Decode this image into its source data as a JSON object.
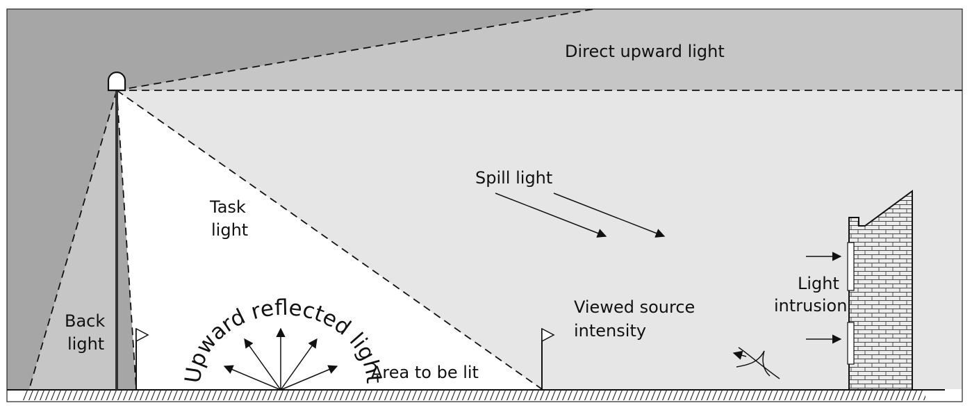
{
  "colors": {
    "sky_dark": "#a6a6a6",
    "upward_band": "#c6c6c6",
    "spill_area": "#e6e6e6",
    "back_light": "#c6c6c6",
    "task_light": "#ffffff",
    "line": "#111111"
  },
  "labels": {
    "direct_upward": "Direct upward light",
    "spill": "Spill light",
    "task_line1": "Task",
    "task_line2": "light",
    "back_line1": "Back",
    "back_line2": "light",
    "upward_reflected": "Upward reflected light",
    "area": "Area to be lit",
    "viewed_line1": "Viewed source",
    "viewed_line2": "intensity",
    "intrusion_line1": "Light",
    "intrusion_line2": "intrusion"
  },
  "icons": {
    "luminaire": "luminaire-icon",
    "flag": "flag-icon",
    "eye": "eye-icon",
    "building": "brick-building-icon"
  }
}
